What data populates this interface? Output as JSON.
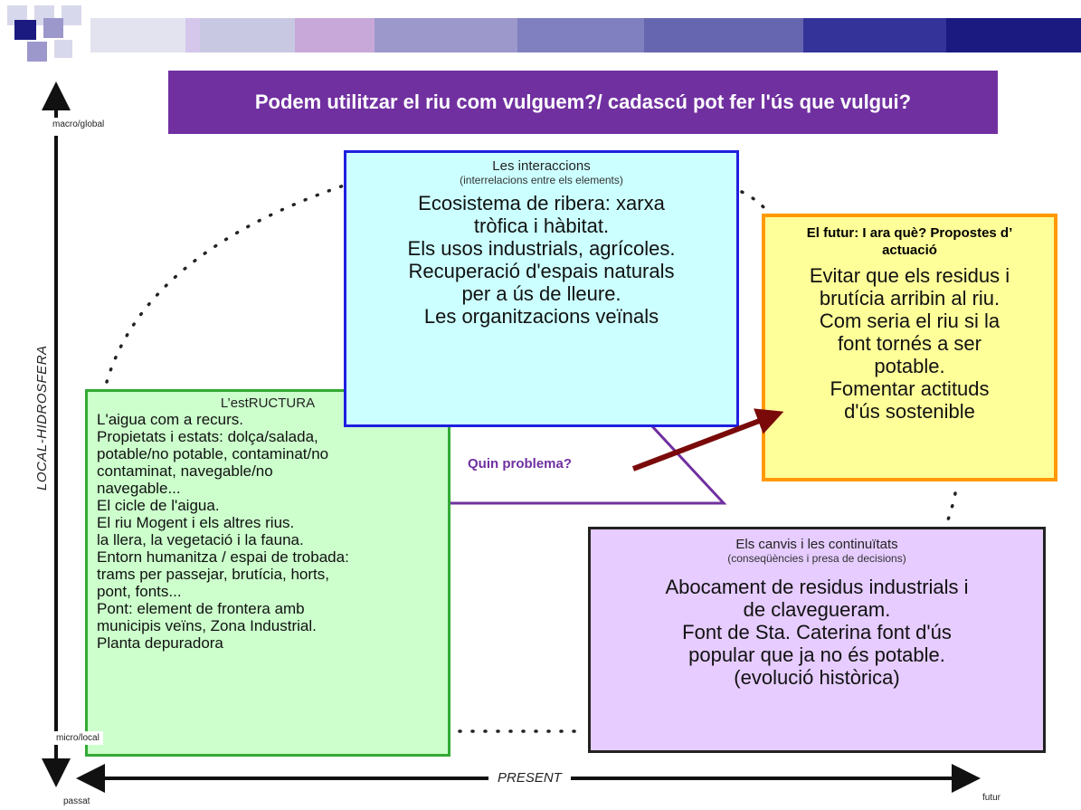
{
  "header": {
    "title": "Podem utilitzar el riu com vulguem?/ cadascú pot fer l'ús que vulgui?",
    "strip_colors": [
      "#e3e3f0",
      "#d5c6ec",
      "#c8c8e2",
      "#c8a8d8",
      "#9c98cc",
      "#8080c0",
      "#6666b0",
      "#333399",
      "#1a1a80"
    ]
  },
  "axes": {
    "macro_label": "macro/global",
    "micro_label": "micro/local",
    "vertical_label": "LOCAL-HIDROSFERA",
    "horizontal_label": "PRESENT",
    "past_label": "passat",
    "future_label": "futur"
  },
  "interaccions": {
    "title": "Les interaccions",
    "subtitle": "(interrelacions entre els elements)",
    "lines": [
      "Ecosistema de ribera: xarxa",
      "tròfica i hàbitat.",
      "Els usos industrials, agrícoles.",
      "Recuperació d'espais naturals",
      "per a ús de lleure.",
      "Les organitzacions veïnals"
    ]
  },
  "futur": {
    "title_lines": [
      "El futur: I ara què? Propostes d’",
      "actuació"
    ],
    "lines": [
      "Evitar que els residus i",
      "brutícia arribin al riu.",
      "Com seria el riu si la",
      "font tornés a ser",
      "potable.",
      "Fomentar actituds",
      "d'ús sostenible"
    ]
  },
  "estructura": {
    "title": "L’estRUCTURA",
    "lines": [
      "L'aigua com a recurs.",
      "Propietats i estats: dolça/salada,",
      "potable/no potable, contaminat/no",
      "contaminat, navegable/no",
      "navegable...",
      "El cicle de l'aigua.",
      "El riu Mogent i els altres rius.",
      "la llera, la vegetació i la fauna.",
      "Entorn humanitza / espai de trobada:",
      "trams per passejar, brutícia, horts,",
      "pont, fonts...",
      "Pont: element de frontera amb",
      "municipis veïns, Zona Industrial.",
      "Planta depuradora"
    ]
  },
  "canvis": {
    "title": "Els canvis i les continuïtats",
    "subtitle": "(conseqüències i presa de decisions)",
    "lines": [
      "Abocament de residus industrials i",
      "de clavegueram.",
      "Font de Sta. Caterina font d'ús",
      "popular que  ja no és potable.",
      "(evolució històrica)"
    ]
  },
  "problem_label": "Quin problema?"
}
